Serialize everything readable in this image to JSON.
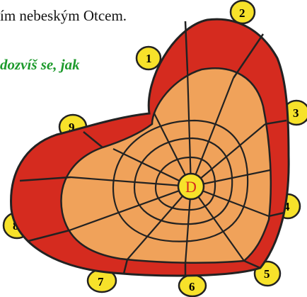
{
  "text": {
    "line1": "ím nebeským Otcem.",
    "line2": "dozvíš se, jak"
  },
  "heart": {
    "center_label": "D",
    "markers": [
      "1",
      "2",
      "3",
      "4",
      "5",
      "6",
      "7",
      "8",
      "9"
    ],
    "colors": {
      "outer": "#d52b1f",
      "inner": "#f0a25a",
      "line": "#222222",
      "marker_fill": "#f7e22a",
      "center_fill": "#f7e22a",
      "center_text": "#d52b1f",
      "text_green": "#1d9a2c"
    }
  }
}
